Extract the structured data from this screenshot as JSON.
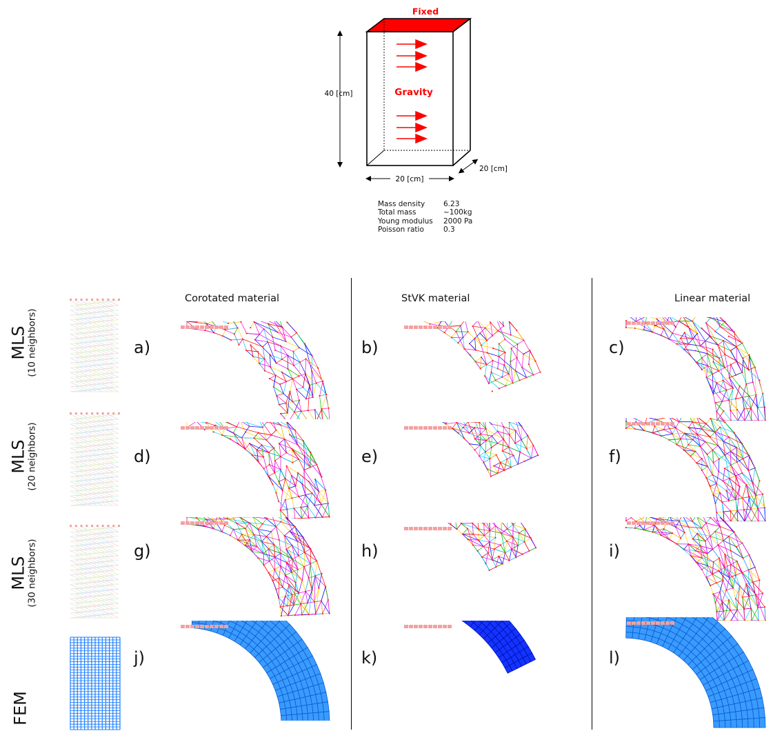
{
  "setup": {
    "fixed_label": "Fixed",
    "gravity_label": "Gravity",
    "height_label": "40 [cm]",
    "width_label": "20 [cm]",
    "depth_label": "20 [cm]",
    "properties": [
      {
        "name": "Mass density",
        "value": "6.23"
      },
      {
        "name": "Total mass",
        "value": "~100kg"
      },
      {
        "name": "Young modulus",
        "value": "2000 Pa"
      },
      {
        "name": "Poisson ratio",
        "value": "0.3"
      }
    ]
  },
  "columns": [
    "Corotated material",
    "StVK material",
    "Linear material"
  ],
  "rows": [
    {
      "main": "MLS",
      "sub": "(10 neighbors)"
    },
    {
      "main": "MLS",
      "sub": "(20 neighbors)"
    },
    {
      "main": "MLS",
      "sub": "(30 neighbors)"
    },
    {
      "main": "FEM",
      "sub": ""
    }
  ],
  "panel_letters": [
    "a)",
    "b)",
    "c)",
    "d)",
    "e)",
    "f)",
    "g)",
    "h)",
    "i)",
    "j)",
    "k)",
    "l)"
  ],
  "colors": {
    "load_red": "#ff0000",
    "fixed_nodes": "#f4a0a0",
    "fem_blue": "#1e7fff",
    "fem_dark_blue": "#0a1fe0",
    "mls_palette": [
      "#ff0000",
      "#00c8ff",
      "#c800ff",
      "#ffd000",
      "#00c000",
      "#0000ff",
      "#ff00c8"
    ]
  }
}
